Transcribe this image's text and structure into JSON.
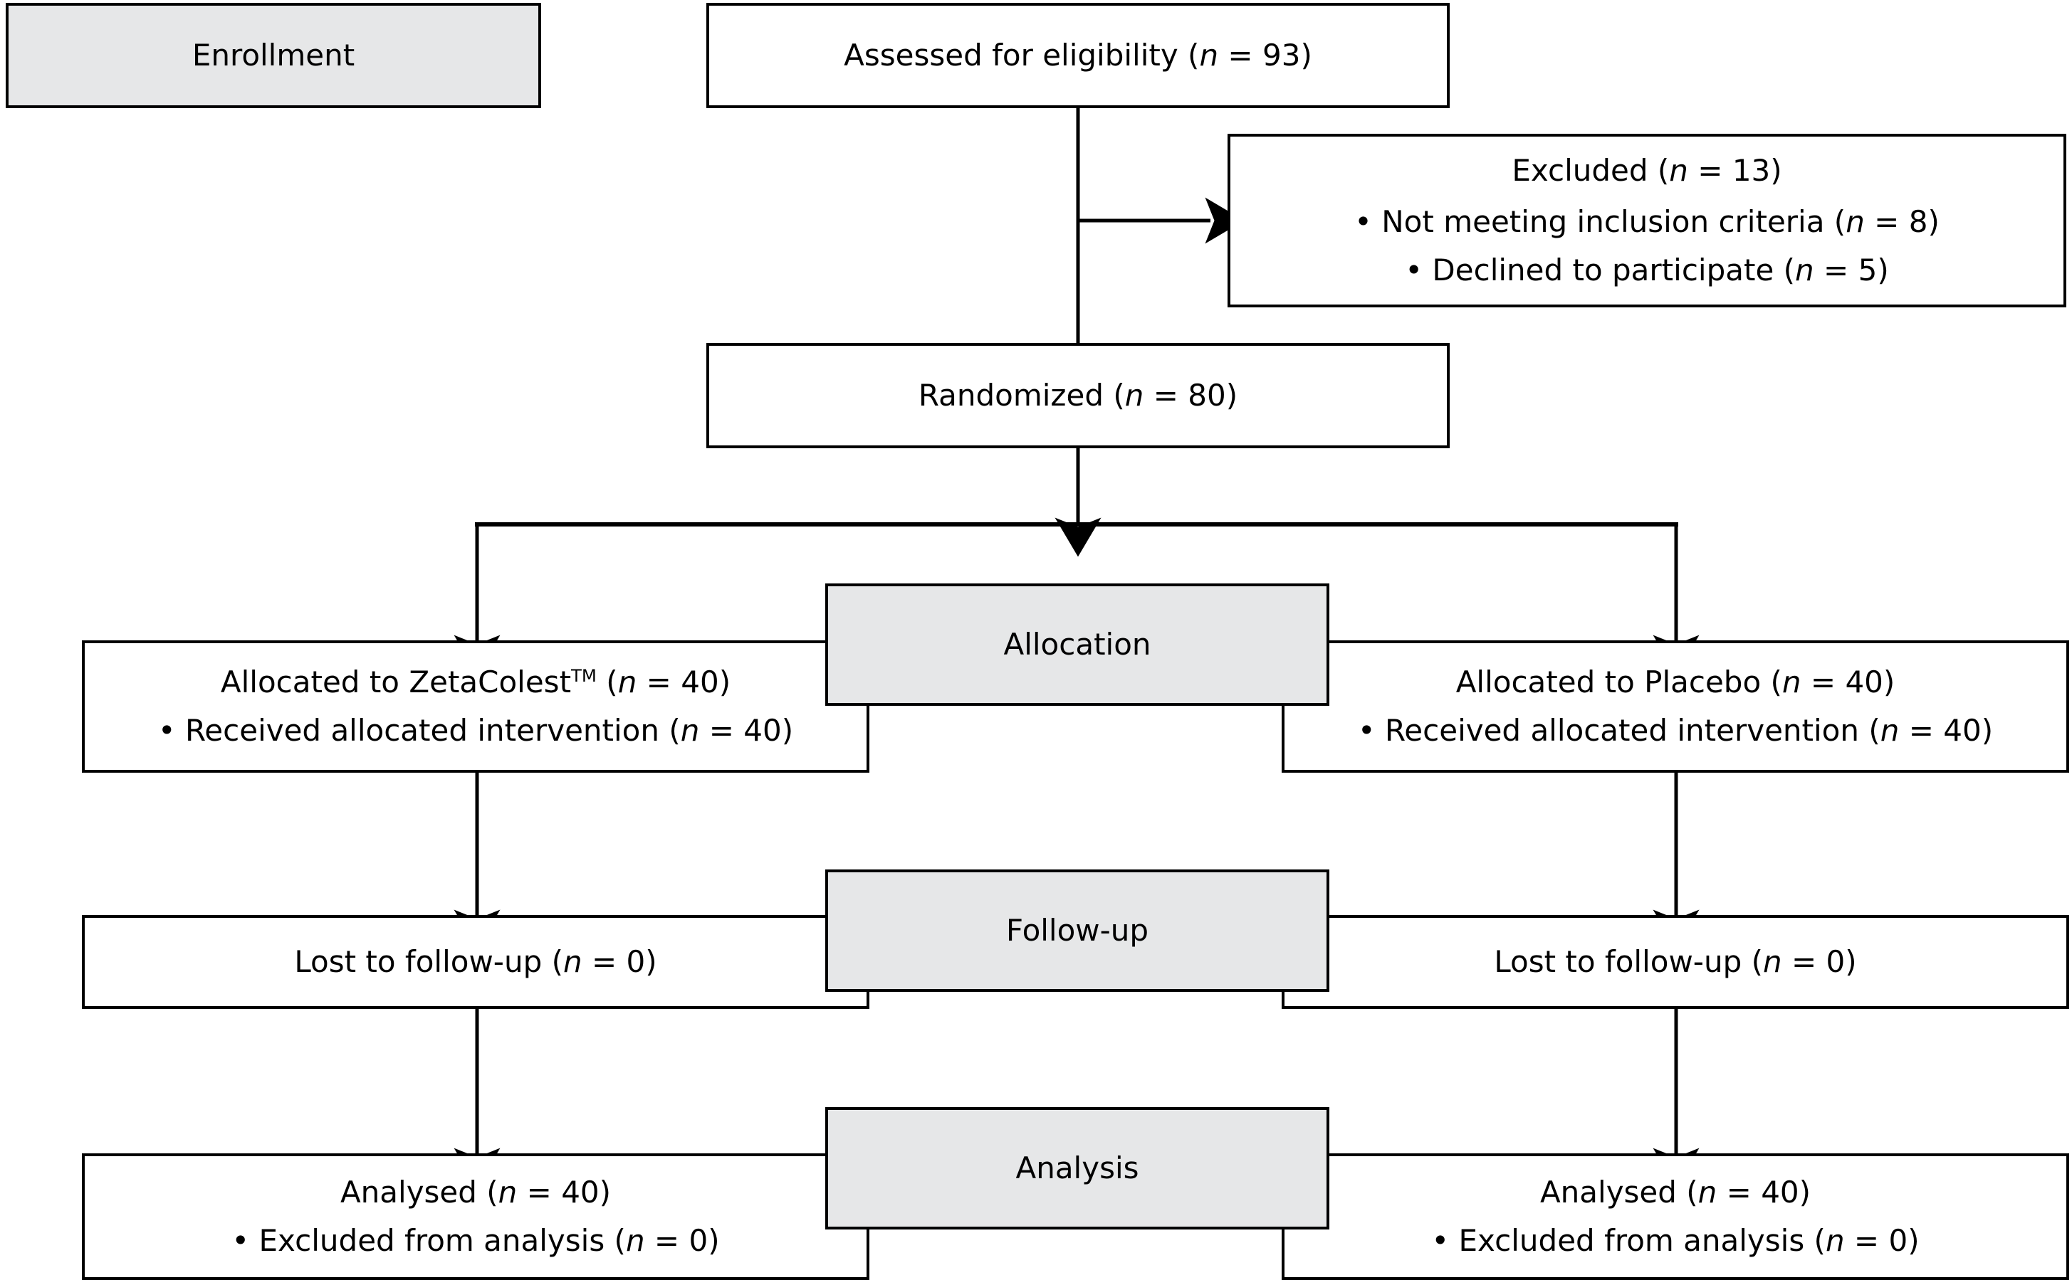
{
  "diagram": {
    "type": "consort-flow-diagram",
    "title": "CONSORT participant flow diagram",
    "colors": {
      "stage_label_fill": "#e6e7e8",
      "box_fill": "#ffffff",
      "stroke": "#000000",
      "text": "#000000"
    }
  },
  "stage_labels": {
    "enrollment": "Enrollment",
    "allocation": "Allocation",
    "follow_up": "Follow-up",
    "analysis": "Analysis"
  },
  "enrollment": {
    "assessed": {
      "text": "Assessed for eligibility (n = 93)",
      "label": "Assessed for eligibility",
      "n": 93
    },
    "excluded": {
      "heading": "Excluded (n = 13)",
      "n": 13,
      "reasons": [
        {
          "text": "• Not meeting inclusion criteria (n = 8)",
          "label": "Not meeting inclusion criteria",
          "n": 8
        },
        {
          "text": "• Declined to participate (n = 5)",
          "label": "Declined to participate",
          "n": 5
        }
      ]
    },
    "randomized": {
      "text": "Randomized (n = 80)",
      "label": "Randomized",
      "n": 80
    }
  },
  "arms": {
    "left": {
      "allocation": {
        "headline_prefix": "Allocated to ZetaColest",
        "headline_trademark": "TM",
        "headline_suffix": " (n = 40)",
        "n": 40,
        "detail": "• Received allocated intervention (n = 40)",
        "detail_n": 40
      },
      "follow_up": {
        "text": "Lost to follow-up (n = 0)",
        "label": "Lost to follow-up",
        "n": 0
      },
      "analysis": {
        "headline": "Analysed (n = 40)",
        "n": 40,
        "detail": "• Excluded from analysis (n = 0)",
        "detail_n": 0
      }
    },
    "right": {
      "allocation": {
        "headline": "Allocated to Placebo (n = 40)",
        "label": "Allocated to Placebo",
        "n": 40,
        "detail": "• Received allocated intervention (n = 40)",
        "detail_n": 40
      },
      "follow_up": {
        "text": "Lost to follow-up (n = 0)",
        "label": "Lost to follow-up",
        "n": 0
      },
      "analysis": {
        "headline": "Analysed (n = 40)",
        "n": 40,
        "detail": "• Excluded from analysis (n = 0)",
        "detail_n": 0
      }
    }
  }
}
